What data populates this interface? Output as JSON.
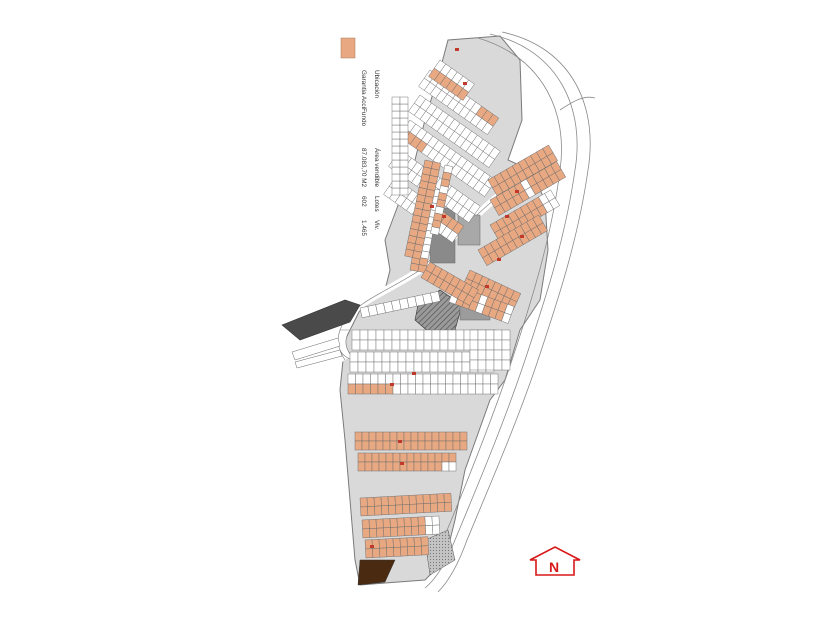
{
  "map": {
    "legend": {
      "swatch_color": "#e8a882",
      "title": "Ubicación",
      "swatch_label": "Garantia AcciFundo",
      "header": [
        "Área vendible",
        "Lotes",
        "Viv."
      ],
      "values": [
        "87.083,70 M2",
        "602",
        "1.465"
      ]
    },
    "north": {
      "letter": "N",
      "color": "#d81818"
    },
    "colors": {
      "guarantee_lot": "#e8a882",
      "standard_lot": "#ffffff",
      "blocked_area": "#555555",
      "common_area": "#bdbdbd"
    }
  }
}
